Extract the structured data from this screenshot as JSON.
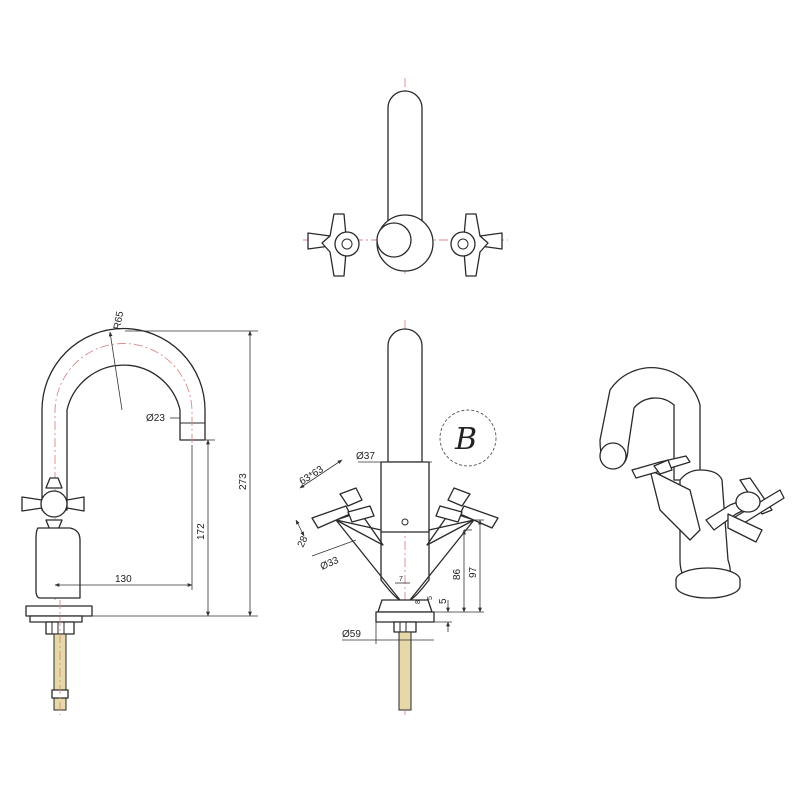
{
  "dimensions": {
    "side": {
      "radius": "R65",
      "spout_diameter": "Ø23",
      "height_total": "273",
      "height_spout": "172",
      "reach": "130"
    },
    "front": {
      "body_diameter": "Ø37",
      "handle_size": "63*63",
      "handle_depth": "28",
      "handle_diameter": "Ø33",
      "height_handle": "86",
      "height_body": "97",
      "offset": "7",
      "small_a": "8",
      "small_b": "5",
      "base_height": "5",
      "base_diameter": "Ø59"
    }
  },
  "logo": {
    "text": "B"
  }
}
